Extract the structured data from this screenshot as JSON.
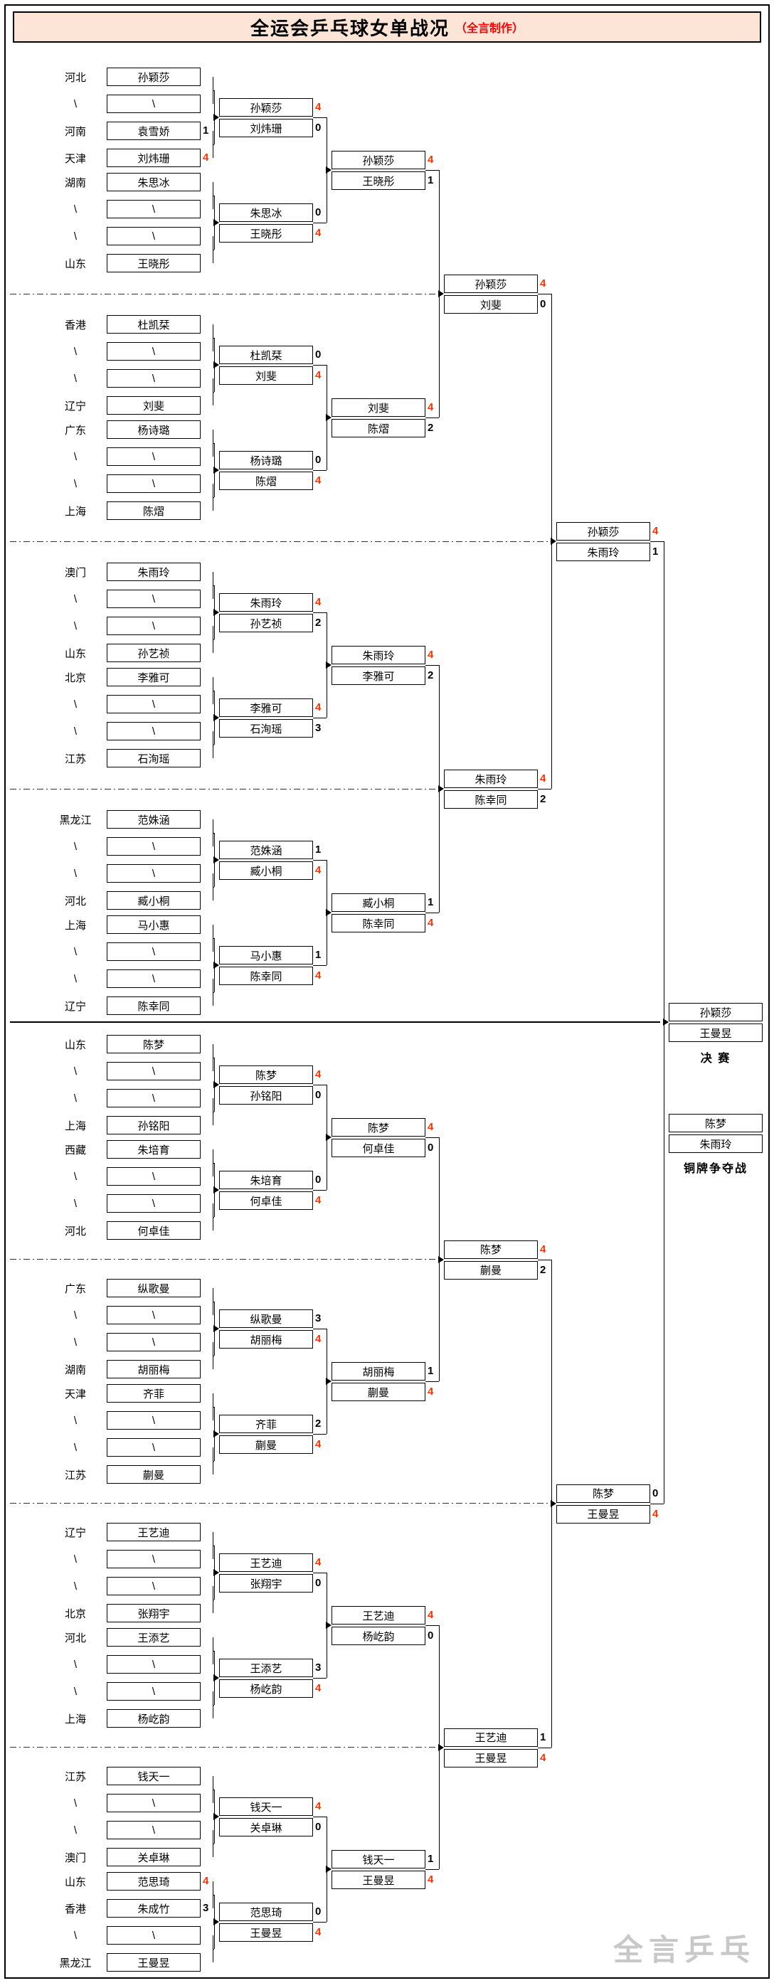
{
  "title": {
    "main": "全运会乒乓球女单战况",
    "credit": "（全言制作）"
  },
  "watermark": "全言乒乓",
  "labels": {
    "final": "决  赛",
    "bronze": "铜牌争夺战"
  },
  "colors": {
    "win_score": "#ff3300",
    "lose_score": "#000000",
    "title_bg": "#fce4d6",
    "credit": "#ff0000",
    "watermark": "#c8c8c8"
  },
  "sections": [
    {
      "r1": [
        {
          "province": "河北",
          "player": "孙颖莎",
          "score": ""
        },
        {
          "province": "\\",
          "player": "\\",
          "score": ""
        },
        {
          "province": "河南",
          "player": "袁雪娇",
          "score": "1"
        },
        {
          "province": "天津",
          "player": "刘炜珊",
          "score": "4"
        },
        {
          "province": "湖南",
          "player": "朱思冰",
          "score": ""
        },
        {
          "province": "\\",
          "player": "\\",
          "score": ""
        },
        {
          "province": "\\",
          "player": "\\",
          "score": ""
        },
        {
          "province": "山东",
          "player": "王晓彤",
          "score": ""
        }
      ],
      "r2": [
        {
          "player": "孙颖莎",
          "score": "4"
        },
        {
          "player": "刘炜珊",
          "score": "0"
        },
        {
          "player": "朱思冰",
          "score": "0"
        },
        {
          "player": "王晓彤",
          "score": "4"
        }
      ],
      "r3": [
        {
          "player": "孙颖莎",
          "score": "4"
        },
        {
          "player": "王晓彤",
          "score": "1"
        }
      ]
    },
    {
      "r1": [
        {
          "province": "香港",
          "player": "杜凯栞",
          "score": ""
        },
        {
          "province": "\\",
          "player": "\\",
          "score": ""
        },
        {
          "province": "\\",
          "player": "\\",
          "score": ""
        },
        {
          "province": "辽宁",
          "player": "刘斐",
          "score": ""
        },
        {
          "province": "广东",
          "player": "杨诗璐",
          "score": ""
        },
        {
          "province": "\\",
          "player": "\\",
          "score": ""
        },
        {
          "province": "\\",
          "player": "\\",
          "score": ""
        },
        {
          "province": "上海",
          "player": "陈熠",
          "score": ""
        }
      ],
      "r2": [
        {
          "player": "杜凯栞",
          "score": "0"
        },
        {
          "player": "刘斐",
          "score": "4"
        },
        {
          "player": "杨诗璐",
          "score": "0"
        },
        {
          "player": "陈熠",
          "score": "4"
        }
      ],
      "r3": [
        {
          "player": "刘斐",
          "score": "4"
        },
        {
          "player": "陈熠",
          "score": "2"
        }
      ]
    },
    {
      "r1": [
        {
          "province": "澳门",
          "player": "朱雨玲",
          "score": ""
        },
        {
          "province": "\\",
          "player": "\\",
          "score": ""
        },
        {
          "province": "\\",
          "player": "\\",
          "score": ""
        },
        {
          "province": "山东",
          "player": "孙艺祯",
          "score": ""
        },
        {
          "province": "北京",
          "player": "李雅可",
          "score": ""
        },
        {
          "province": "\\",
          "player": "\\",
          "score": ""
        },
        {
          "province": "\\",
          "player": "\\",
          "score": ""
        },
        {
          "province": "江苏",
          "player": "石洵瑶",
          "score": ""
        }
      ],
      "r2": [
        {
          "player": "朱雨玲",
          "score": "4"
        },
        {
          "player": "孙艺祯",
          "score": "2"
        },
        {
          "player": "李雅可",
          "score": "4"
        },
        {
          "player": "石洵瑶",
          "score": "3"
        }
      ],
      "r3": [
        {
          "player": "朱雨玲",
          "score": "4"
        },
        {
          "player": "李雅可",
          "score": "2"
        }
      ]
    },
    {
      "r1": [
        {
          "province": "黑龙江",
          "player": "范姝涵",
          "score": ""
        },
        {
          "province": "\\",
          "player": "\\",
          "score": ""
        },
        {
          "province": "\\",
          "player": "\\",
          "score": ""
        },
        {
          "province": "河北",
          "player": "臧小桐",
          "score": ""
        },
        {
          "province": "上海",
          "player": "马小惠",
          "score": ""
        },
        {
          "province": "\\",
          "player": "\\",
          "score": ""
        },
        {
          "province": "\\",
          "player": "\\",
          "score": ""
        },
        {
          "province": "辽宁",
          "player": "陈幸同",
          "score": ""
        }
      ],
      "r2": [
        {
          "player": "范姝涵",
          "score": "1"
        },
        {
          "player": "臧小桐",
          "score": "4"
        },
        {
          "player": "马小惠",
          "score": "1"
        },
        {
          "player": "陈幸同",
          "score": "4"
        }
      ],
      "r3": [
        {
          "player": "臧小桐",
          "score": "1"
        },
        {
          "player": "陈幸同",
          "score": "4"
        }
      ]
    },
    {
      "r1": [
        {
          "province": "山东",
          "player": "陈梦",
          "score": ""
        },
        {
          "province": "\\",
          "player": "\\",
          "score": ""
        },
        {
          "province": "\\",
          "player": "\\",
          "score": ""
        },
        {
          "province": "上海",
          "player": "孙铭阳",
          "score": ""
        },
        {
          "province": "西藏",
          "player": "朱培育",
          "score": ""
        },
        {
          "province": "\\",
          "player": "\\",
          "score": ""
        },
        {
          "province": "\\",
          "player": "\\",
          "score": ""
        },
        {
          "province": "河北",
          "player": "何卓佳",
          "score": ""
        }
      ],
      "r2": [
        {
          "player": "陈梦",
          "score": "4"
        },
        {
          "player": "孙铭阳",
          "score": "0"
        },
        {
          "player": "朱培育",
          "score": "0"
        },
        {
          "player": "何卓佳",
          "score": "4"
        }
      ],
      "r3": [
        {
          "player": "陈梦",
          "score": "4"
        },
        {
          "player": "何卓佳",
          "score": "0"
        }
      ]
    },
    {
      "r1": [
        {
          "province": "广东",
          "player": "纵歌曼",
          "score": ""
        },
        {
          "province": "\\",
          "player": "\\",
          "score": ""
        },
        {
          "province": "\\",
          "player": "\\",
          "score": ""
        },
        {
          "province": "湖南",
          "player": "胡丽梅",
          "score": ""
        },
        {
          "province": "天津",
          "player": "齐菲",
          "score": ""
        },
        {
          "province": "\\",
          "player": "\\",
          "score": ""
        },
        {
          "province": "\\",
          "player": "\\",
          "score": ""
        },
        {
          "province": "江苏",
          "player": "蒯曼",
          "score": ""
        }
      ],
      "r2": [
        {
          "player": "纵歌曼",
          "score": "3"
        },
        {
          "player": "胡丽梅",
          "score": "4"
        },
        {
          "player": "齐菲",
          "score": "2"
        },
        {
          "player": "蒯曼",
          "score": "4"
        }
      ],
      "r3": [
        {
          "player": "胡丽梅",
          "score": "1"
        },
        {
          "player": "蒯曼",
          "score": "4"
        }
      ]
    },
    {
      "r1": [
        {
          "province": "辽宁",
          "player": "王艺迪",
          "score": ""
        },
        {
          "province": "\\",
          "player": "\\",
          "score": ""
        },
        {
          "province": "\\",
          "player": "\\",
          "score": ""
        },
        {
          "province": "北京",
          "player": "张翔宇",
          "score": ""
        },
        {
          "province": "河北",
          "player": "王添艺",
          "score": ""
        },
        {
          "province": "\\",
          "player": "\\",
          "score": ""
        },
        {
          "province": "\\",
          "player": "\\",
          "score": ""
        },
        {
          "province": "上海",
          "player": "杨屹韵",
          "score": ""
        }
      ],
      "r2": [
        {
          "player": "王艺迪",
          "score": "4"
        },
        {
          "player": "张翔宇",
          "score": "0"
        },
        {
          "player": "王添艺",
          "score": "3"
        },
        {
          "player": "杨屹韵",
          "score": "4"
        }
      ],
      "r3": [
        {
          "player": "王艺迪",
          "score": "4"
        },
        {
          "player": "杨屹韵",
          "score": "0"
        }
      ]
    },
    {
      "r1": [
        {
          "province": "江苏",
          "player": "钱天一",
          "score": ""
        },
        {
          "province": "\\",
          "player": "\\",
          "score": ""
        },
        {
          "province": "\\",
          "player": "\\",
          "score": ""
        },
        {
          "province": "澳门",
          "player": "关卓琳",
          "score": ""
        },
        {
          "province": "山东",
          "player": "范思琦",
          "score": "4"
        },
        {
          "province": "香港",
          "player": "朱成竹",
          "score": "3"
        },
        {
          "province": "\\",
          "player": "\\",
          "score": ""
        },
        {
          "province": "黑龙江",
          "player": "王曼昱",
          "score": ""
        }
      ],
      "r2": [
        {
          "player": "钱天一",
          "score": "4"
        },
        {
          "player": "关卓琳",
          "score": "0"
        },
        {
          "player": "范思琦",
          "score": "0"
        },
        {
          "player": "王曼昱",
          "score": "4"
        }
      ],
      "r3": [
        {
          "player": "钱天一",
          "score": "1"
        },
        {
          "player": "王曼昱",
          "score": "4"
        }
      ]
    }
  ],
  "r4": [
    [
      {
        "player": "孙颖莎",
        "score": "4"
      },
      {
        "player": "刘斐",
        "score": "0"
      }
    ],
    [
      {
        "player": "朱雨玲",
        "score": "4"
      },
      {
        "player": "陈幸同",
        "score": "2"
      }
    ],
    [
      {
        "player": "陈梦",
        "score": "4"
      },
      {
        "player": "蒯曼",
        "score": "2"
      }
    ],
    [
      {
        "player": "王艺迪",
        "score": "1"
      },
      {
        "player": "王曼昱",
        "score": "4"
      }
    ]
  ],
  "r5": [
    [
      {
        "player": "孙颖莎",
        "score": "4"
      },
      {
        "player": "朱雨玲",
        "score": "1"
      }
    ],
    [
      {
        "player": "陈梦",
        "score": "0"
      },
      {
        "player": "王曼昱",
        "score": "4"
      }
    ]
  ],
  "final": [
    {
      "player": "孙颖莎",
      "score": ""
    },
    {
      "player": "王曼昱",
      "score": ""
    }
  ],
  "bronze": [
    {
      "player": "陈梦",
      "score": ""
    },
    {
      "player": "朱雨玲",
      "score": ""
    }
  ]
}
